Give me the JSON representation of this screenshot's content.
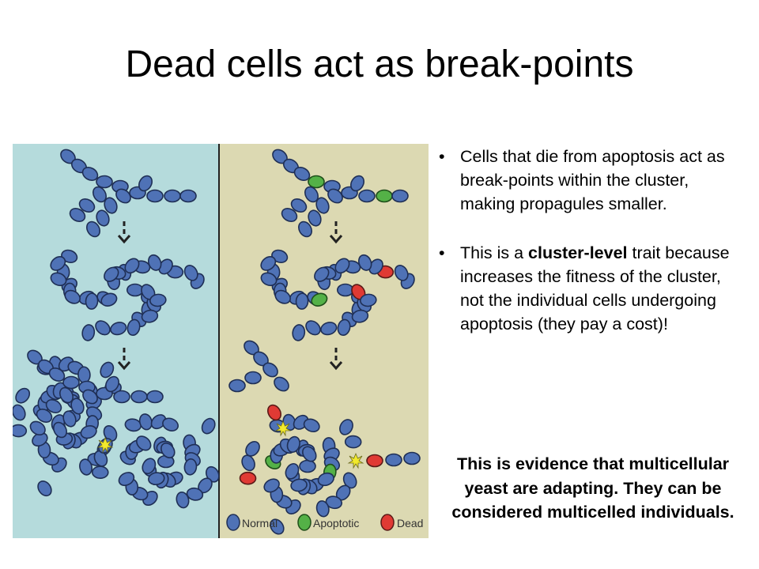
{
  "title": "Dead cells act as break-points",
  "bullets": [
    {
      "text": "Cells that die from apoptosis act as break-points within the cluster, making propagules smaller."
    },
    {
      "pre": "This is a ",
      "bold": "cluster-level",
      "post": " trait because increases the fitness of the cluster, not the individual cells undergoing apoptosis (they pay a cost)!"
    }
  ],
  "bullet_symbol": "•",
  "conclusion": "This is evidence that multicellular yeast are adapting. They can be considered multicelled individuals.",
  "legend": {
    "normal": "Normal",
    "apoptotic": "Apoptotic",
    "dead": "Dead"
  },
  "colors": {
    "left_panel_bg": "#b5dbdc",
    "right_panel_bg": "#dcd9b2",
    "normal_cell": "#4f72b6",
    "apoptotic_cell": "#54b147",
    "dead_cell": "#e03a34",
    "burst": "#f2ea2d"
  },
  "icons": [
    "down-arrow-icon",
    "burst-icon"
  ]
}
